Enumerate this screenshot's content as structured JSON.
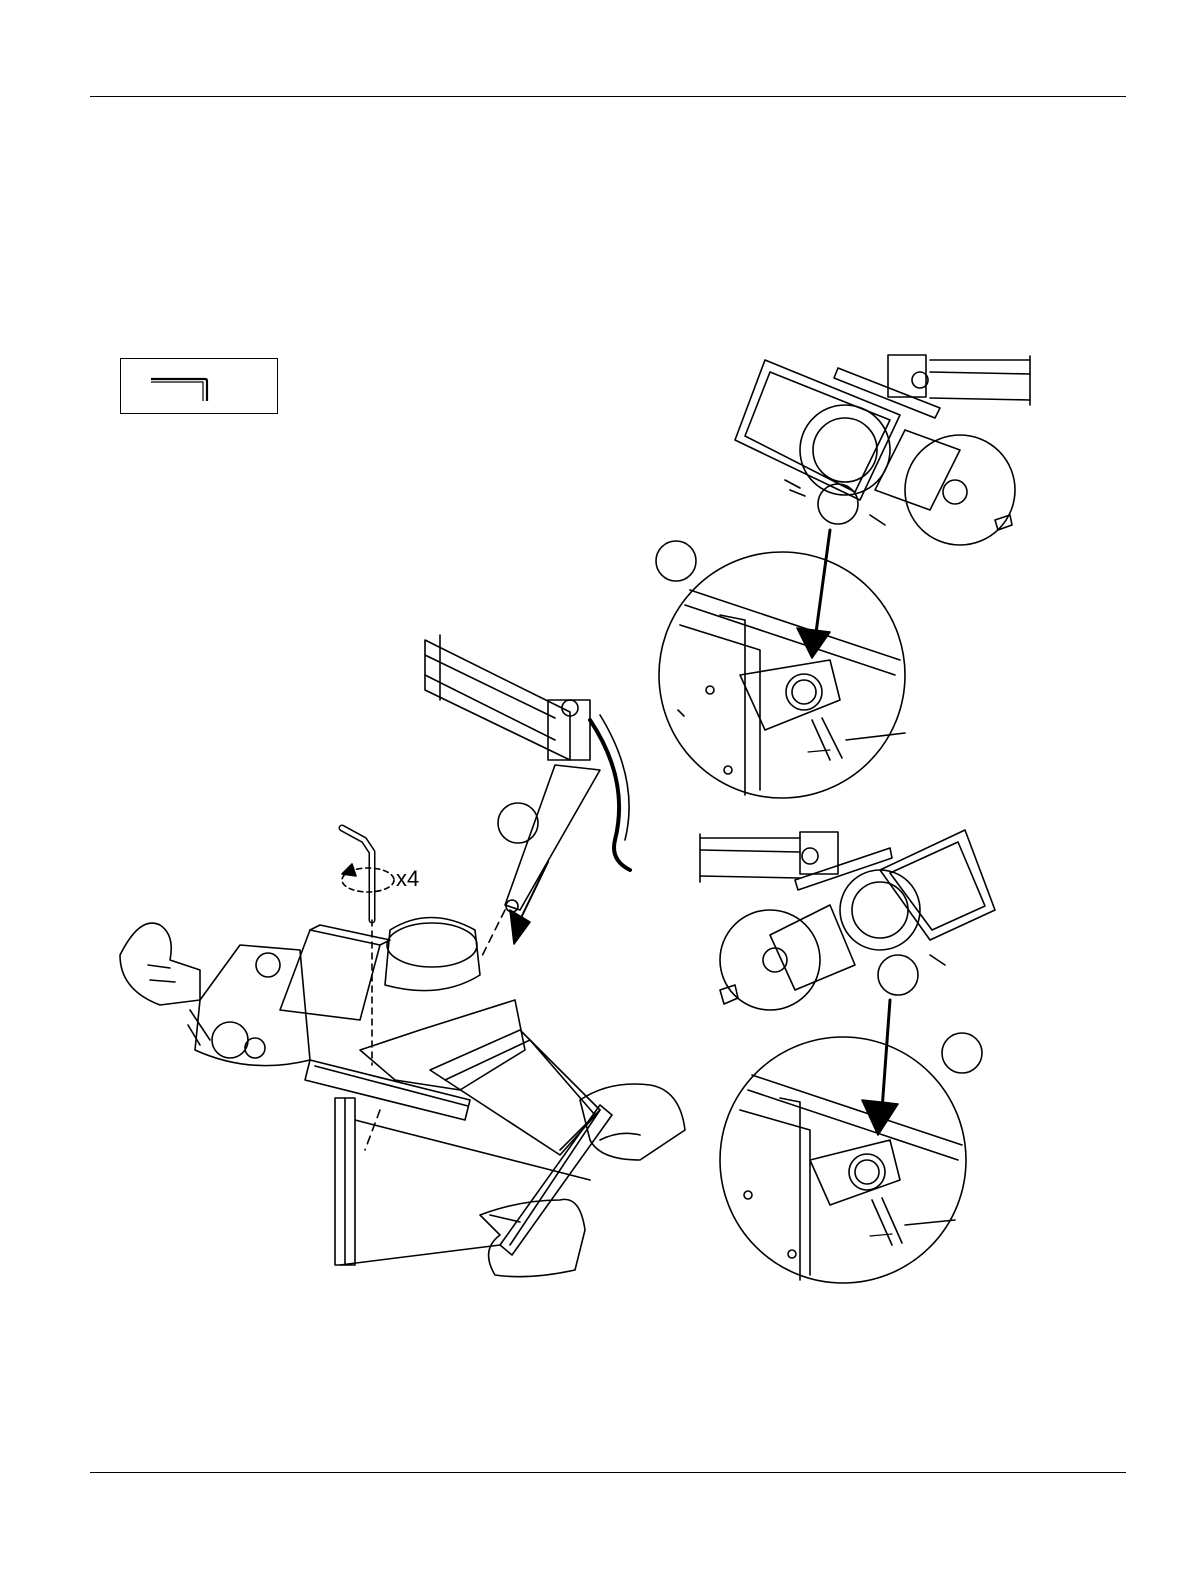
{
  "page": {
    "header_rule": "top-rule",
    "footer_rule": "bottom-rule"
  },
  "tool": {
    "icon": "hex-key-icon"
  },
  "main_illustration": {
    "quantity_label": "x4",
    "icons": [
      "hex-key-icon",
      "rotate-arrow-icon",
      "hand-icon",
      "push-arrow-icon"
    ]
  },
  "details": {
    "icons": [
      "detail-view",
      "down-arrow-icon",
      "callout-circle"
    ]
  },
  "colors": {
    "line": "#000000",
    "background": "#ffffff"
  }
}
